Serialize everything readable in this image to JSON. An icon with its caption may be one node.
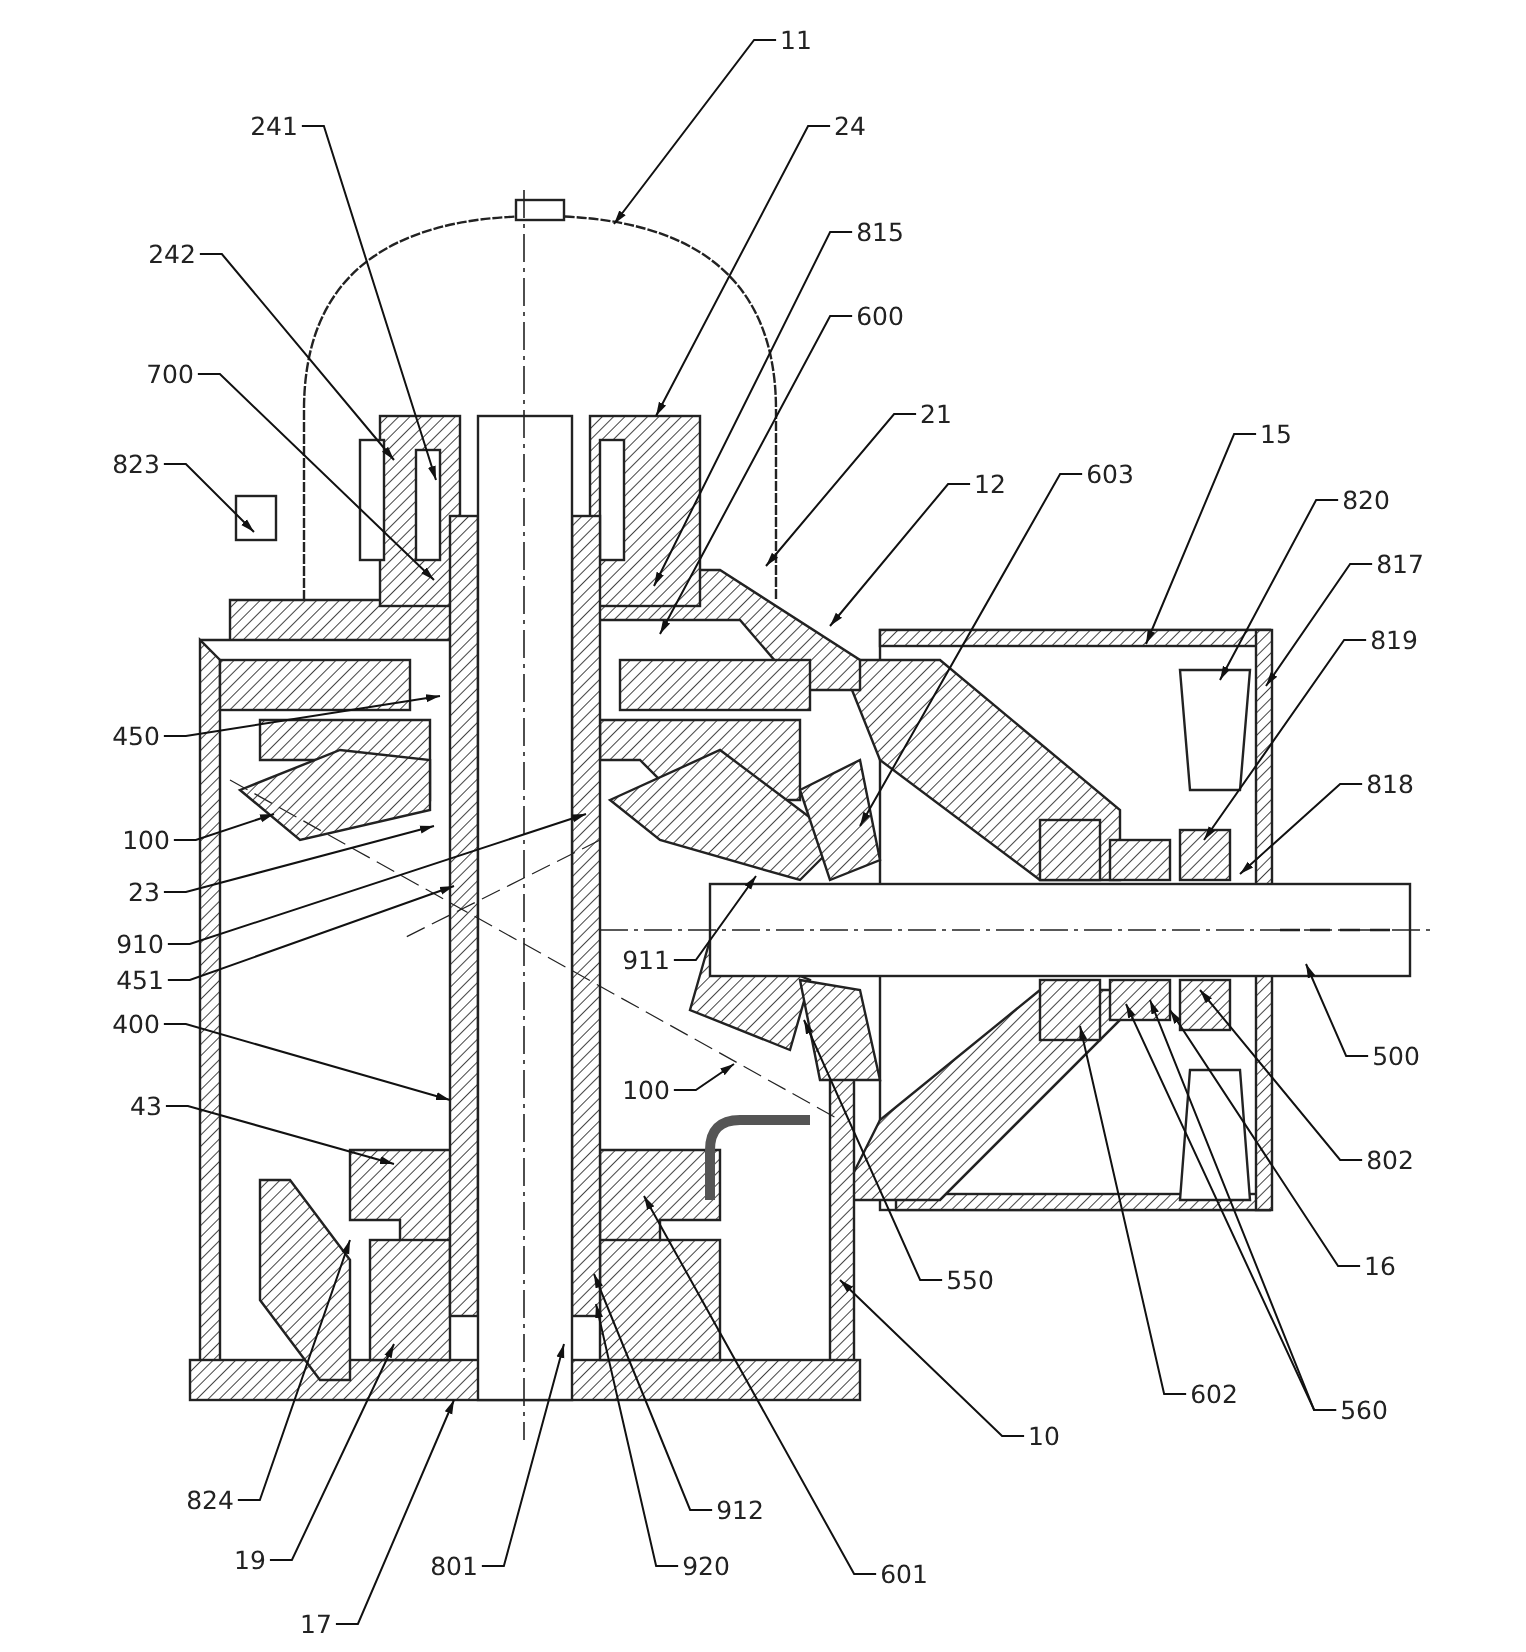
{
  "diagram": {
    "nodes": [
      {
        "text": [
          "11"
        ]
      },
      {
        "text": [
          "241"
        ]
      },
      {
        "text": [
          "24"
        ]
      },
      {
        "text": [
          "242"
        ]
      },
      {
        "text": [
          "815"
        ]
      },
      {
        "text": [
          "600"
        ]
      },
      {
        "text": [
          "700"
        ]
      },
      {
        "text": [
          "21"
        ]
      },
      {
        "text": [
          "823"
        ]
      },
      {
        "text": [
          "603"
        ]
      },
      {
        "text": [
          "15"
        ]
      },
      {
        "text": [
          "12"
        ]
      },
      {
        "text": [
          "820"
        ]
      },
      {
        "text": [
          "817"
        ]
      },
      {
        "text": [
          "819"
        ]
      },
      {
        "text": [
          "450"
        ]
      },
      {
        "text": [
          "818"
        ]
      },
      {
        "text": [
          "100"
        ]
      },
      {
        "text": [
          "23"
        ]
      },
      {
        "text": [
          "910"
        ]
      },
      {
        "text": [
          "451"
        ]
      },
      {
        "text": [
          "911"
        ]
      },
      {
        "text": [
          "400"
        ]
      },
      {
        "text": [
          "500"
        ]
      },
      {
        "text": [
          "100"
        ]
      },
      {
        "text": [
          "802"
        ]
      },
      {
        "text": [
          "43"
        ]
      },
      {
        "text": [
          "550"
        ]
      },
      {
        "text": [
          "16"
        ]
      },
      {
        "text": [
          "602"
        ]
      },
      {
        "text": [
          "560"
        ]
      },
      {
        "text": [
          "10"
        ]
      },
      {
        "text": [
          "824"
        ]
      },
      {
        "text": [
          "912"
        ]
      },
      {
        "text": [
          "19"
        ]
      },
      {
        "text": [
          "801"
        ]
      },
      {
        "text": [
          "920"
        ]
      },
      {
        "text": [
          "601"
        ]
      },
      {
        "text": [
          "17"
        ]
      }
    ],
    "edges": [
      {
        "from": 0,
        "to": null,
        "arrow": "to"
      },
      {
        "from": 1,
        "to": null,
        "arrow": "to"
      },
      {
        "from": 2,
        "to": null,
        "arrow": "to"
      },
      {
        "from": 3,
        "to": null,
        "arrow": "to"
      },
      {
        "from": 4,
        "to": null,
        "arrow": "to"
      },
      {
        "from": 5,
        "to": null,
        "arrow": "to"
      },
      {
        "from": 6,
        "to": null,
        "arrow": "to"
      },
      {
        "from": 7,
        "to": null,
        "arrow": "to"
      },
      {
        "from": 8,
        "to": null,
        "arrow": "to"
      },
      {
        "from": 9,
        "to": null,
        "arrow": "to"
      },
      {
        "from": 10,
        "to": null,
        "arrow": "to"
      },
      {
        "from": 11,
        "to": null,
        "arrow": "to"
      },
      {
        "from": 12,
        "to": null,
        "arrow": "to"
      },
      {
        "from": 13,
        "to": null,
        "arrow": "to"
      },
      {
        "from": 14,
        "to": null,
        "arrow": "to"
      },
      {
        "from": 15,
        "to": null,
        "arrow": "to"
      },
      {
        "from": 16,
        "to": null,
        "arrow": "to"
      },
      {
        "from": 17,
        "to": null,
        "arrow": "to"
      },
      {
        "from": 18,
        "to": null,
        "arrow": "to"
      },
      {
        "from": 19,
        "to": null,
        "arrow": "to"
      },
      {
        "from": 20,
        "to": null,
        "arrow": "to"
      },
      {
        "from": 21,
        "to": null,
        "arrow": "to"
      },
      {
        "from": 22,
        "to": null,
        "arrow": "to"
      },
      {
        "from": 23,
        "to": null,
        "arrow": "to"
      },
      {
        "from": 24,
        "to": null,
        "arrow": "to"
      },
      {
        "from": 25,
        "to": null,
        "arrow": "to"
      },
      {
        "from": 26,
        "to": null,
        "arrow": "to"
      },
      {
        "from": 27,
        "to": null,
        "arrow": "to"
      },
      {
        "from": 28,
        "to": null,
        "arrow": "to"
      },
      {
        "from": 29,
        "to": null,
        "arrow": "to"
      },
      {
        "from": 30,
        "to": null,
        "arrow": "to"
      },
      {
        "from": 30,
        "to": null,
        "arrow": "to"
      },
      {
        "from": 31,
        "to": null,
        "arrow": "to"
      },
      {
        "from": 32,
        "to": null,
        "arrow": "to"
      },
      {
        "from": 33,
        "to": null,
        "arrow": "to"
      },
      {
        "from": 34,
        "to": null,
        "arrow": "to"
      },
      {
        "from": 35,
        "to": null,
        "arrow": "to"
      },
      {
        "from": 36,
        "to": null,
        "arrow": "to"
      },
      {
        "from": 37,
        "to": null,
        "arrow": "to"
      },
      {
        "from": 38,
        "to": null,
        "arrow": "to"
      }
    ]
  }
}
